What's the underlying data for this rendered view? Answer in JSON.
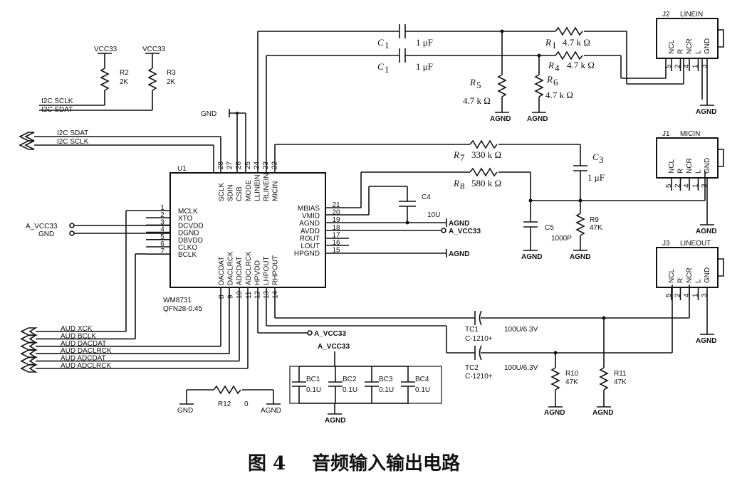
{
  "caption": {
    "figure": "图 4",
    "title": "音频输入输出电路"
  },
  "u1": {
    "ref": "U1",
    "part": "WM8731",
    "package": "QFN28-0.45",
    "left_pins": [
      {
        "num": "1",
        "name": "MCLK"
      },
      {
        "num": "2",
        "name": "XTO"
      },
      {
        "num": "3",
        "name": "DCVDD"
      },
      {
        "num": "4",
        "name": "DGND"
      },
      {
        "num": "5",
        "name": "DBVDD"
      },
      {
        "num": "6",
        "name": "CLKO"
      },
      {
        "num": "7",
        "name": "BCLK"
      }
    ],
    "right_pins": [
      {
        "num": "21",
        "name": "MBIAS"
      },
      {
        "num": "20",
        "name": "VMID"
      },
      {
        "num": "19",
        "name": "AGND"
      },
      {
        "num": "18",
        "name": "AVDD"
      },
      {
        "num": "17",
        "name": "ROUT"
      },
      {
        "num": "16",
        "name": "LOUT"
      },
      {
        "num": "15",
        "name": "HPGND"
      }
    ],
    "top_pins": [
      {
        "num": "28",
        "name": "SCLK"
      },
      {
        "num": "27",
        "name": "SDIN"
      },
      {
        "num": "26",
        "name": "CSB"
      },
      {
        "num": "25",
        "name": "MODE"
      },
      {
        "num": "24",
        "name": "LLINEIN"
      },
      {
        "num": "23",
        "name": "RLINEIN"
      },
      {
        "num": "22",
        "name": "MICIN"
      }
    ],
    "bottom_pins": [
      {
        "num": "8",
        "name": "DACDAT"
      },
      {
        "num": "9",
        "name": "DACLRCK"
      },
      {
        "num": "10",
        "name": "ADCDAT"
      },
      {
        "num": "11",
        "name": "ADCLRCK"
      },
      {
        "num": "12",
        "name": "HPVDD"
      },
      {
        "num": "13",
        "name": "LHPOUT"
      },
      {
        "num": "14",
        "name": "RHPOUT"
      }
    ]
  },
  "nets": {
    "vcc33": "VCC33",
    "gnd": "GND",
    "agnd": "AGND",
    "a_vcc33": "A_VCC33",
    "i2c_sclk": "I2C SCLK",
    "i2c_sdat": "I2C SDAT",
    "aud_xck": "AUD XCK",
    "aud_bclk": "AUD BCLK",
    "aud_dacdat": "AUD DACDAT",
    "aud_daclrck": "AUD DACLRCK",
    "aud_adcdat": "AUD ADCDAT",
    "aud_adclrck": "AUD ADCLRCK"
  },
  "parts": {
    "r2": {
      "ref": "R2",
      "val": "2K"
    },
    "r3": {
      "ref": "R3",
      "val": "2K"
    },
    "c1a": {
      "ref": "C",
      "sub": "1",
      "val": "1 μF"
    },
    "c1b": {
      "ref": "C",
      "sub": "1",
      "val": "1 μF"
    },
    "r1": {
      "ref": "R",
      "sub": "1",
      "val": "4.7 k Ω"
    },
    "r4": {
      "ref": "R",
      "sub": "4",
      "val": "4.7 k Ω"
    },
    "r5": {
      "ref": "R",
      "sub": "5",
      "val": "4.7 k Ω"
    },
    "r6": {
      "ref": "R",
      "sub": "6",
      "val": "4.7 k Ω"
    },
    "r7": {
      "ref": "R",
      "sub": "7",
      "val": "330 k Ω"
    },
    "r8": {
      "ref": "R",
      "sub": "8",
      "val": "580 k Ω"
    },
    "c3": {
      "ref": "C",
      "sub": "3",
      "val": "1 μF"
    },
    "c4": {
      "ref": "C4",
      "val": "10U"
    },
    "c5": {
      "ref": "C5",
      "val": "1000P"
    },
    "r9": {
      "ref": "R9",
      "val": "47K"
    },
    "tc1": {
      "ref": "TC1",
      "pkg": "C-1210+",
      "val": "100U/6.3V"
    },
    "tc2": {
      "ref": "TC2",
      "pkg": "C-1210+",
      "val": "100U/6.3V"
    },
    "r10": {
      "ref": "R10",
      "val": "47K"
    },
    "r11": {
      "ref": "R11",
      "val": "47K"
    },
    "r12": {
      "ref": "R12",
      "val": "0"
    },
    "bc1": {
      "ref": "BC1",
      "val": "0.1U"
    },
    "bc2": {
      "ref": "BC2",
      "val": "0.1U"
    },
    "bc3": {
      "ref": "BC3",
      "val": "0.1U"
    },
    "bc4": {
      "ref": "BC4",
      "val": "0.1U"
    }
  },
  "jacks": [
    {
      "ref": "J2",
      "name": "LINEIN",
      "pins": [
        "NCL",
        "R",
        "NCR",
        "L",
        "GND"
      ],
      "nums": [
        "5",
        "2",
        "4",
        "1",
        "3"
      ]
    },
    {
      "ref": "J1",
      "name": "MICIN",
      "pins": [
        "NCL",
        "R",
        "NCR",
        "L",
        "GND"
      ],
      "nums": [
        "5",
        "2",
        "4",
        "1",
        "3"
      ]
    },
    {
      "ref": "J3",
      "name": "LINEOUT",
      "pins": [
        "NCL",
        "R",
        "NCR",
        "L",
        "GND"
      ],
      "nums": [
        "5",
        "2",
        "4",
        "1",
        "3"
      ]
    }
  ]
}
